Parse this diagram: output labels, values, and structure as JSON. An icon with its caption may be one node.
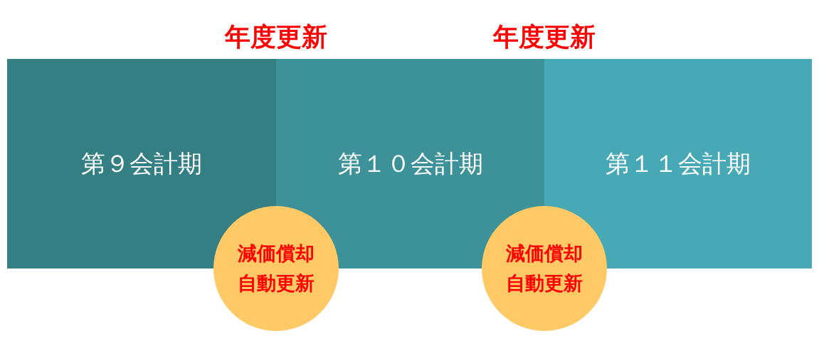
{
  "diagram": {
    "nodes": [
      {
        "text": [
          "第９会計期"
        ]
      },
      {
        "text": [
          "第１０会計期"
        ]
      },
      {
        "text": [
          "第１１会計期"
        ]
      },
      {
        "text": [
          "減価償却自動更新"
        ]
      },
      {
        "text": [
          "減価償却自動更新"
        ]
      }
    ],
    "labels": [
      "年度更新",
      "年度更新"
    ]
  }
}
